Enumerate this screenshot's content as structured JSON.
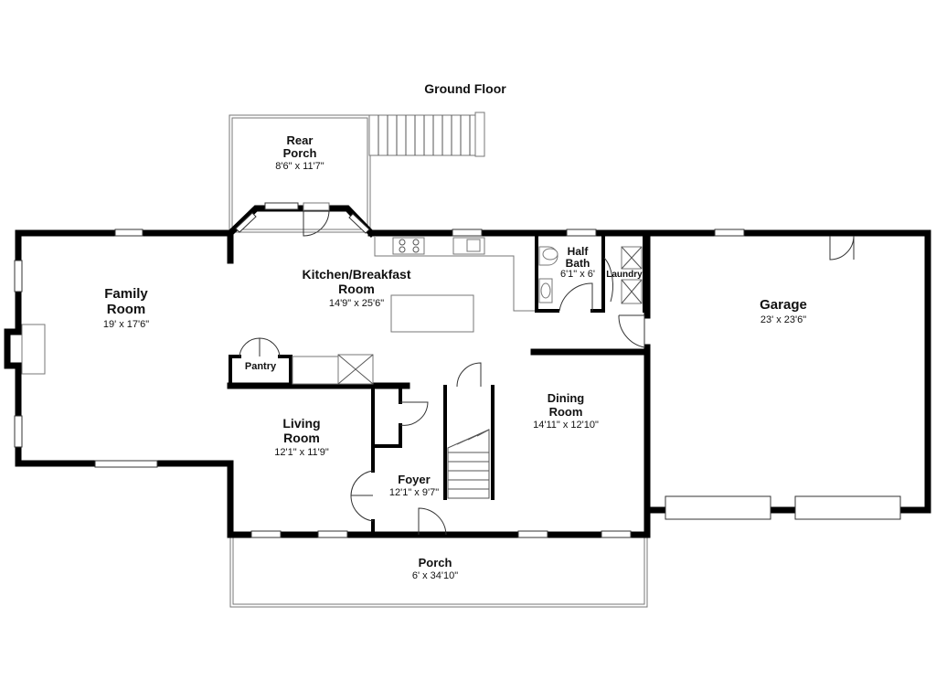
{
  "title": "Ground Floor",
  "rooms": {
    "rear_porch": {
      "name_line1": "Rear",
      "name_line2": "Porch",
      "dims": "8'6\" x 11'7\""
    },
    "family_room": {
      "name_line1": "Family",
      "name_line2": "Room",
      "dims": "19' x 17'6\""
    },
    "kitchen": {
      "name_line1": "Kitchen/Breakfast",
      "name_line2": "Room",
      "dims": "14'9\" x 25'6\""
    },
    "half_bath": {
      "name_line1": "Half",
      "name_line2": "Bath",
      "dims": "6'1\" x 6'"
    },
    "laundry": {
      "name": "Laundry"
    },
    "garage": {
      "name": "Garage",
      "dims": "23' x 23'6\""
    },
    "pantry": {
      "name": "Pantry"
    },
    "living_room": {
      "name_line1": "Living",
      "name_line2": "Room",
      "dims": "12'1\" x 11'9\""
    },
    "dining_room": {
      "name_line1": "Dining",
      "name_line2": "Room",
      "dims": "14'11\" x 12'10\""
    },
    "foyer": {
      "name": "Foyer",
      "dims": "12'1\" x 9'7\""
    },
    "porch": {
      "name": "Porch",
      "dims": "6' x 34'10\""
    }
  }
}
